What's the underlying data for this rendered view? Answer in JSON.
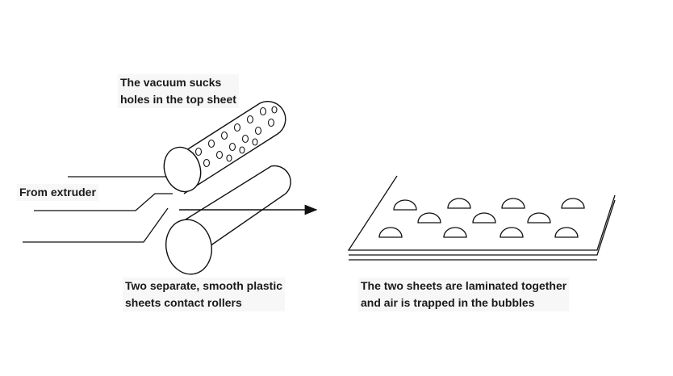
{
  "labels": {
    "vacuum": [
      "The vacuum sucks",
      "holes in the top sheet"
    ],
    "extruder": "From extruder",
    "rollers": [
      "Two separate, smooth plastic",
      "sheets contact rollers"
    ],
    "laminated": [
      "The two sheets are laminated together",
      "and air is trapped in the bubbles"
    ]
  },
  "colors": {
    "line": "#111111",
    "label_bg": "#f7f7f7"
  }
}
